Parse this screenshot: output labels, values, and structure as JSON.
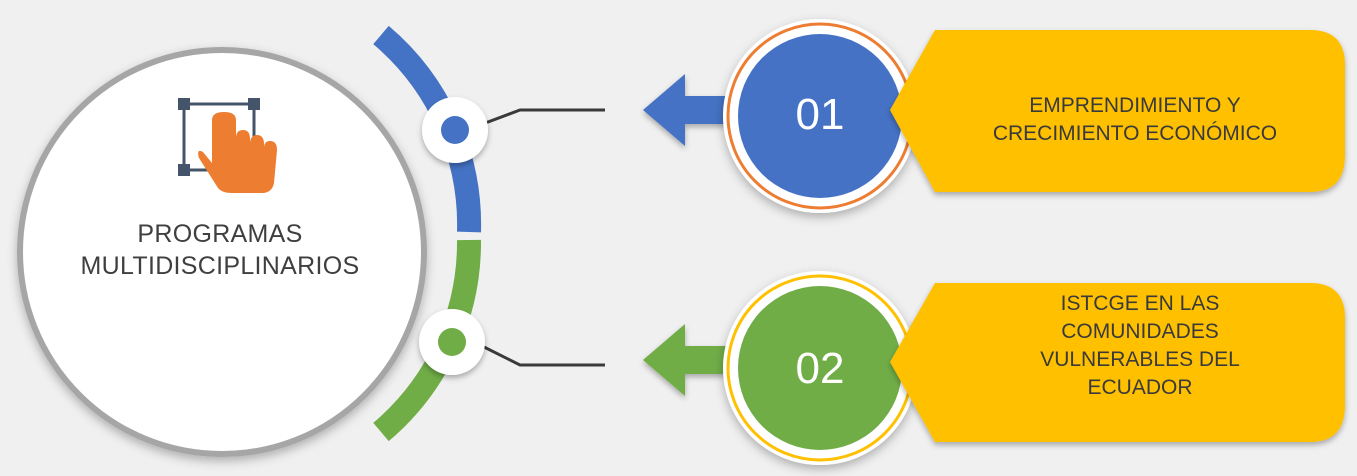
{
  "hub": {
    "title_line1": "PROGRAMAS",
    "title_line2": "MULTIDISCIPLINARIOS",
    "icon": "hand-pointer-selection-icon"
  },
  "colors": {
    "background": "#f0f0f0",
    "arc_blue": "#4472c4",
    "arc_green": "#70ad47",
    "label_yellow": "#ffc000",
    "ring_orange": "#ed7d31",
    "ring_yellow": "#ffc000",
    "text_dark": "#3a3a3a"
  },
  "items": [
    {
      "number": "01",
      "lines": [
        "EMPRENDIMIENTO Y",
        "CRECIMIENTO ECONÓMICO"
      ],
      "color": "#4472c4"
    },
    {
      "number": "02",
      "lines": [
        "ISTCGE EN LAS",
        "COMUNIDADES",
        "VULNERABLES DEL",
        "ECUADOR"
      ],
      "color": "#70ad47"
    }
  ]
}
